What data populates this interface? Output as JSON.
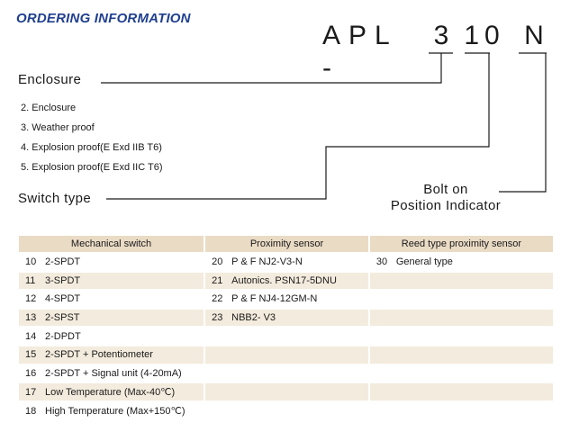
{
  "heading": "ORDERING INFORMATION",
  "model_code": {
    "prefix": "APL -",
    "enclosure_digit": "3",
    "switch_digits": "10",
    "indicator_letter": "N"
  },
  "enclosure": {
    "title": "Enclosure",
    "options": [
      "2. Enclosure",
      "3. Weather proof",
      "4. Explosion proof(E Exd IIB T6)",
      "5. Explosion proof(E Exd IIC T6)"
    ]
  },
  "switch_type": {
    "title": "Switch type"
  },
  "indicator": {
    "line1": "Bolt on",
    "line2": "Position Indicator"
  },
  "table": {
    "headers": [
      "Mechanical switch",
      "Proximity sensor",
      "Reed type proximity sensor"
    ],
    "rows": [
      {
        "mech_num": "10",
        "mech": "2-SPDT",
        "prox_num": "20",
        "prox": "P & F NJ2-V3-N",
        "reed_num": "30",
        "reed": "General type"
      },
      {
        "mech_num": "11",
        "mech": "3-SPDT",
        "prox_num": "21",
        "prox": "Autonics. PSN17-5DNU",
        "reed_num": "",
        "reed": ""
      },
      {
        "mech_num": "12",
        "mech": "4-SPDT",
        "prox_num": "22",
        "prox": "P & F NJ4-12GM-N",
        "reed_num": "",
        "reed": ""
      },
      {
        "mech_num": "13",
        "mech": "2-SPST",
        "prox_num": "23",
        "prox": "NBB2- V3",
        "reed_num": "",
        "reed": ""
      },
      {
        "mech_num": "14",
        "mech": "2-DPDT",
        "prox_num": "",
        "prox": "",
        "reed_num": "",
        "reed": ""
      },
      {
        "mech_num": "15",
        "mech": "2-SPDT + Potentiometer",
        "prox_num": "",
        "prox": "",
        "reed_num": "",
        "reed": ""
      },
      {
        "mech_num": "16",
        "mech": "2-SPDT + Signal unit (4-20mA)",
        "prox_num": "",
        "prox": "",
        "reed_num": "",
        "reed": ""
      },
      {
        "mech_num": "17",
        "mech": "Low Temperature (Max-40℃)",
        "prox_num": "",
        "prox": "",
        "reed_num": "",
        "reed": ""
      },
      {
        "mech_num": "18",
        "mech": "High Temperature (Max+150℃)",
        "prox_num": "",
        "prox": "",
        "reed_num": "",
        "reed": ""
      }
    ]
  },
  "colors": {
    "heading": "#1f3f8f",
    "table_header_bg": "#eadbc5",
    "table_row_shade": "#f3ebdd"
  }
}
